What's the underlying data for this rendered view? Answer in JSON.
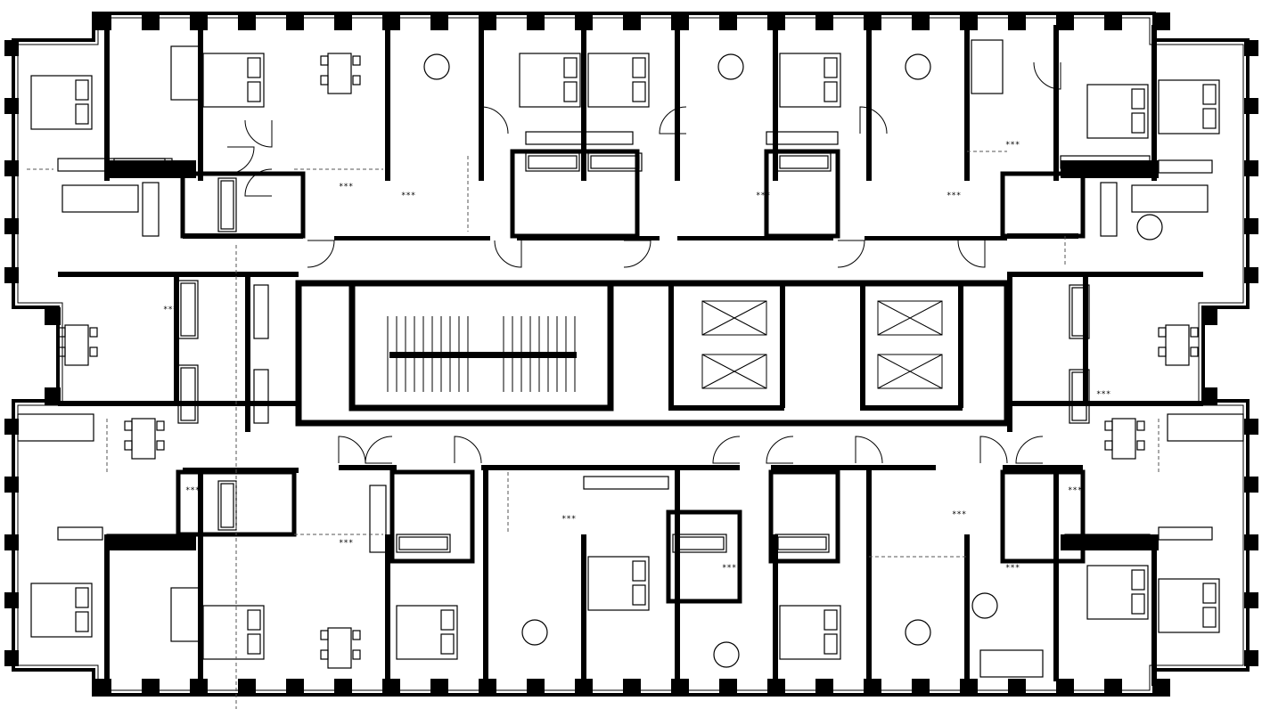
{
  "plan": {
    "colors": {
      "wall": "#000000",
      "background": "#ffffff",
      "fixture_line": "#000000",
      "dashed_line": "#555555"
    },
    "stove_marker": "***",
    "elements": [
      "outer-walls",
      "window-pillars",
      "apartment-partitions",
      "corridors",
      "stair-core",
      "elevator-shafts",
      "door-swings",
      "bathrooms",
      "kitchens",
      "furniture"
    ]
  }
}
